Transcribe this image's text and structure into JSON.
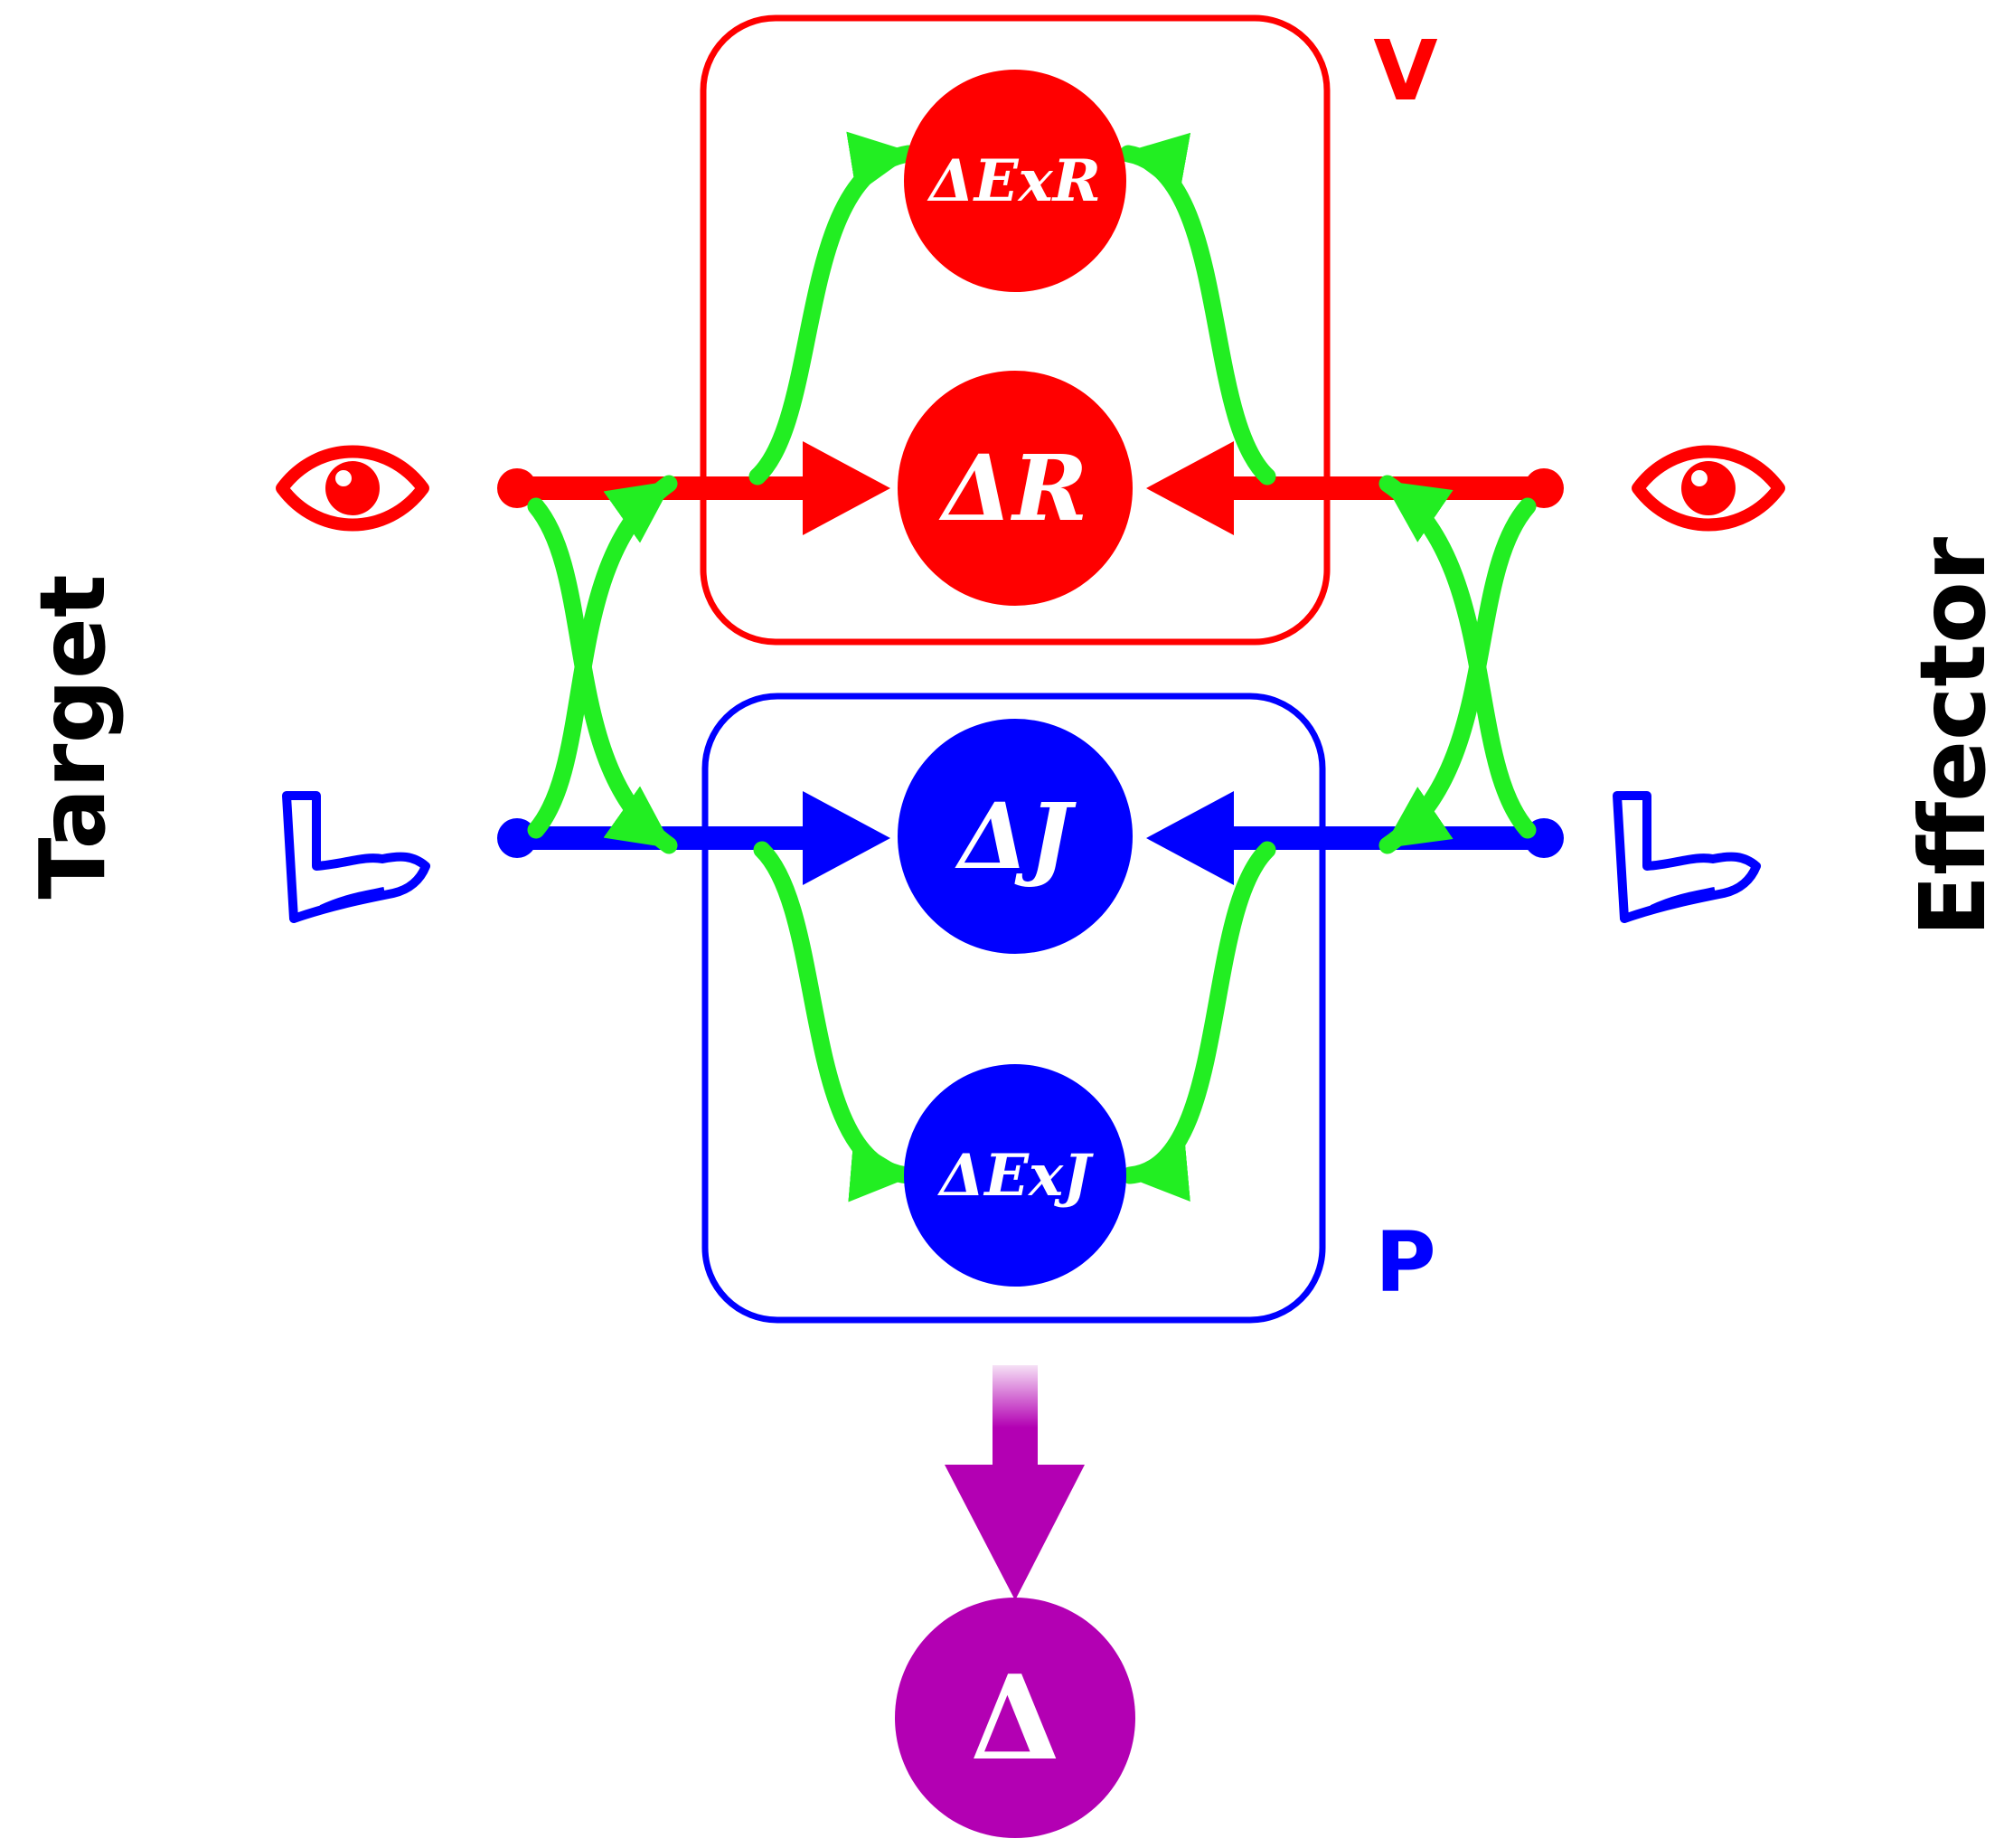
{
  "colors": {
    "visual": "#ff0000",
    "proprioceptive": "#0000ff",
    "transform": "#22ee22",
    "output": "#b300b3",
    "text": "#000000"
  },
  "labels": {
    "left_side": "Target",
    "right_side": "Effector",
    "visual_box": "V",
    "proprio_box": "P"
  },
  "nodes": {
    "exr": "ΔExR",
    "r": "ΔR",
    "j": "ΔJ",
    "exj": "ΔExJ",
    "delta": "Δ"
  },
  "icons": {
    "visual": "eye-icon",
    "proprioceptive": "arm-icon"
  }
}
